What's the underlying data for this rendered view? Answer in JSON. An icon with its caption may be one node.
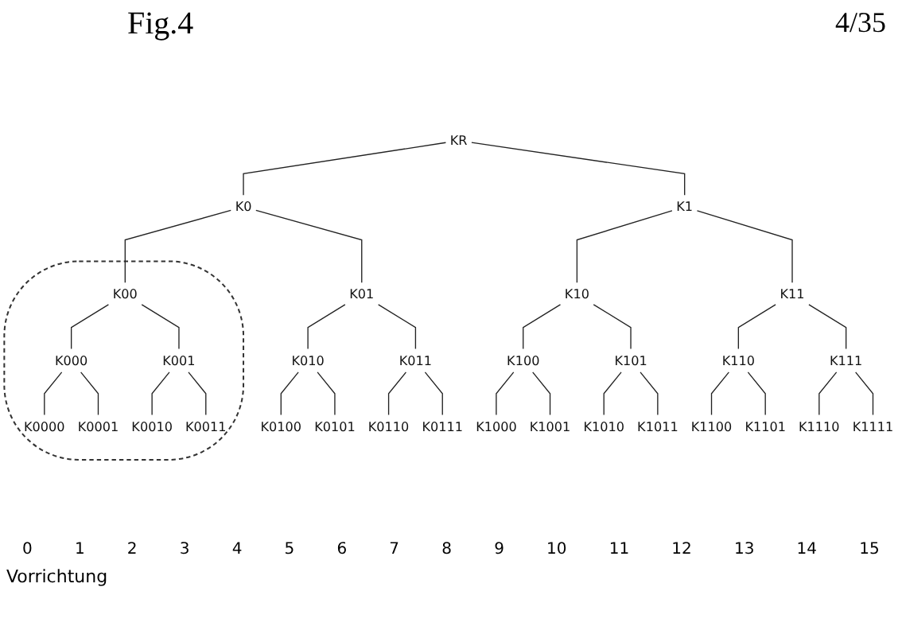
{
  "diagram": {
    "title": "Fig.4",
    "nodes": [
      {
        "text": [
          "KR"
        ]
      },
      {
        "text": [
          "K0"
        ]
      },
      {
        "text": [
          "K1"
        ]
      },
      {
        "text": [],
        "shape": "ellipse"
      },
      {
        "text": [
          "K00"
        ],
        "in": 3
      },
      {
        "text": [
          "K01"
        ]
      },
      {
        "text": [
          "K10"
        ]
      },
      {
        "text": [
          "K11"
        ]
      },
      {
        "text": [
          "K000"
        ],
        "in": 3
      },
      {
        "text": [
          "K001"
        ],
        "in": 3
      },
      {
        "text": [
          "K010"
        ]
      },
      {
        "text": [
          "K011"
        ]
      },
      {
        "text": [
          "K100"
        ]
      },
      {
        "text": [
          "K101"
        ]
      },
      {
        "text": [
          "K110"
        ]
      },
      {
        "text": [
          "K111"
        ]
      },
      {
        "text": [
          "K0000"
        ],
        "in": 3
      },
      {
        "text": [
          "K0001"
        ],
        "in": 3
      },
      {
        "text": [
          "K0010"
        ],
        "in": 3
      },
      {
        "text": [
          "K0011"
        ],
        "in": 3
      },
      {
        "text": [
          "K0100"
        ]
      },
      {
        "text": [
          "K0101"
        ]
      },
      {
        "text": [
          "K0110"
        ]
      },
      {
        "text": [
          "K0111"
        ]
      },
      {
        "text": [
          "K1000"
        ]
      },
      {
        "text": [
          "K1001"
        ]
      },
      {
        "text": [
          "K1010"
        ]
      },
      {
        "text": [
          "K1011"
        ]
      },
      {
        "text": [
          "K1100"
        ]
      },
      {
        "text": [
          "K1101"
        ]
      },
      {
        "text": [
          "K1110"
        ]
      },
      {
        "text": [
          "K1111"
        ]
      }
    ],
    "edges": [
      {
        "from": 0,
        "to": 1,
        "arrow": "none"
      },
      {
        "from": 0,
        "to": 2,
        "arrow": "none"
      },
      {
        "from": 1,
        "to": 4,
        "arrow": "none"
      },
      {
        "from": 1,
        "to": 5,
        "arrow": "none"
      },
      {
        "from": 2,
        "to": 6,
        "arrow": "none"
      },
      {
        "from": 2,
        "to": 7,
        "arrow": "none"
      },
      {
        "from": 4,
        "to": 8,
        "arrow": "none"
      },
      {
        "from": 4,
        "to": 9,
        "arrow": "none"
      },
      {
        "from": 5,
        "to": 10,
        "arrow": "none"
      },
      {
        "from": 5,
        "to": 11,
        "arrow": "none"
      },
      {
        "from": 6,
        "to": 12,
        "arrow": "none"
      },
      {
        "from": 6,
        "to": 13,
        "arrow": "none"
      },
      {
        "from": 7,
        "to": 14,
        "arrow": "none"
      },
      {
        "from": 7,
        "to": 15,
        "arrow": "none"
      },
      {
        "from": 8,
        "to": 16,
        "arrow": "none"
      },
      {
        "from": 8,
        "to": 17,
        "arrow": "none"
      },
      {
        "from": 9,
        "to": 18,
        "arrow": "none"
      },
      {
        "from": 9,
        "to": 19,
        "arrow": "none"
      },
      {
        "from": 10,
        "to": 20,
        "arrow": "none"
      },
      {
        "from": 10,
        "to": 21,
        "arrow": "none"
      },
      {
        "from": 11,
        "to": 22,
        "arrow": "none"
      },
      {
        "from": 11,
        "to": 23,
        "arrow": "none"
      },
      {
        "from": 12,
        "to": 24,
        "arrow": "none"
      },
      {
        "from": 12,
        "to": 25,
        "arrow": "none"
      },
      {
        "from": 13,
        "to": 26,
        "arrow": "none"
      },
      {
        "from": 13,
        "to": 27,
        "arrow": "none"
      },
      {
        "from": 14,
        "to": 28,
        "arrow": "none"
      },
      {
        "from": 14,
        "to": 29,
        "arrow": "none"
      },
      {
        "from": 15,
        "to": 30,
        "arrow": "none"
      },
      {
        "from": 15,
        "to": 31,
        "arrow": "none"
      }
    ],
    "labels": [
      "4/35",
      "0",
      "1",
      "2",
      "3",
      "4",
      "5",
      "6",
      "7",
      "8",
      "9",
      "10",
      "11",
      "12",
      "13",
      "14",
      "15",
      "Vorrichtung"
    ]
  }
}
